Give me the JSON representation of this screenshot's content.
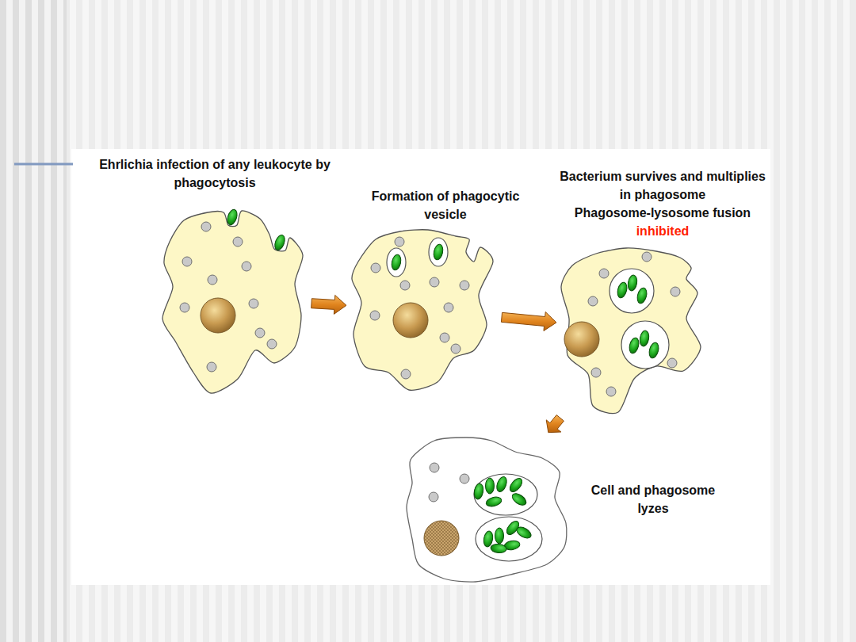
{
  "diagram": {
    "nodes": [
      {
        "text": [
          "Ehrlichia infection of any leukocyte by phagocytosis"
        ]
      },
      {
        "text": [
          "Formation of phagocytic vesicle"
        ]
      },
      {
        "text": [
          "Bacterium survives and multiplies in phagosome",
          "Phagosome-lysosome fusion",
          "inhibited"
        ]
      },
      {
        "text": [
          "Cell and phagosome lyzes"
        ]
      }
    ],
    "edges": [
      {
        "from": 0,
        "to": 1,
        "arrow": "to"
      },
      {
        "from": 1,
        "to": 2,
        "arrow": "to"
      },
      {
        "from": 2,
        "to": 3,
        "arrow": "to"
      }
    ]
  }
}
